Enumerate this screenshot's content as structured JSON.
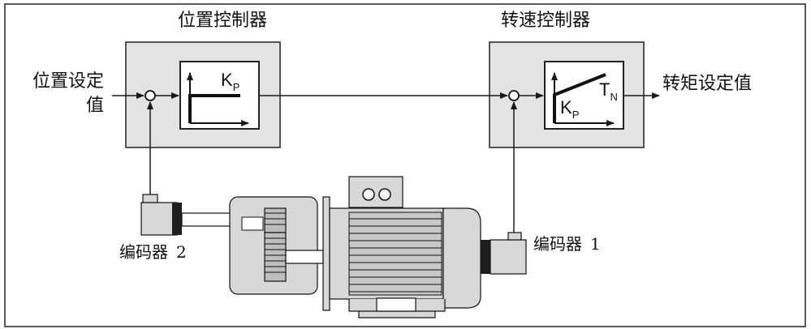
{
  "diagram": {
    "position_controller": {
      "title": "位置控制器",
      "gain": "K",
      "gain_sub": "P"
    },
    "speed_controller": {
      "title": "转速控制器",
      "gain": "K",
      "gain_sub": "P",
      "time": "T",
      "time_sub": "N"
    },
    "input": {
      "line1": "位置设定",
      "line2": "值"
    },
    "output": {
      "label": "转矩设定值"
    },
    "encoder_2": {
      "label": "编码器",
      "number": "2"
    },
    "encoder_1": {
      "label": "编码器",
      "number": "1"
    }
  },
  "colors": {
    "frame": "#222222",
    "controller_fill": "#e3e3e3",
    "motor_fill": "#d8d8d8",
    "encoder_dark": "#1f1f1f",
    "line": "#1a1a1a"
  }
}
